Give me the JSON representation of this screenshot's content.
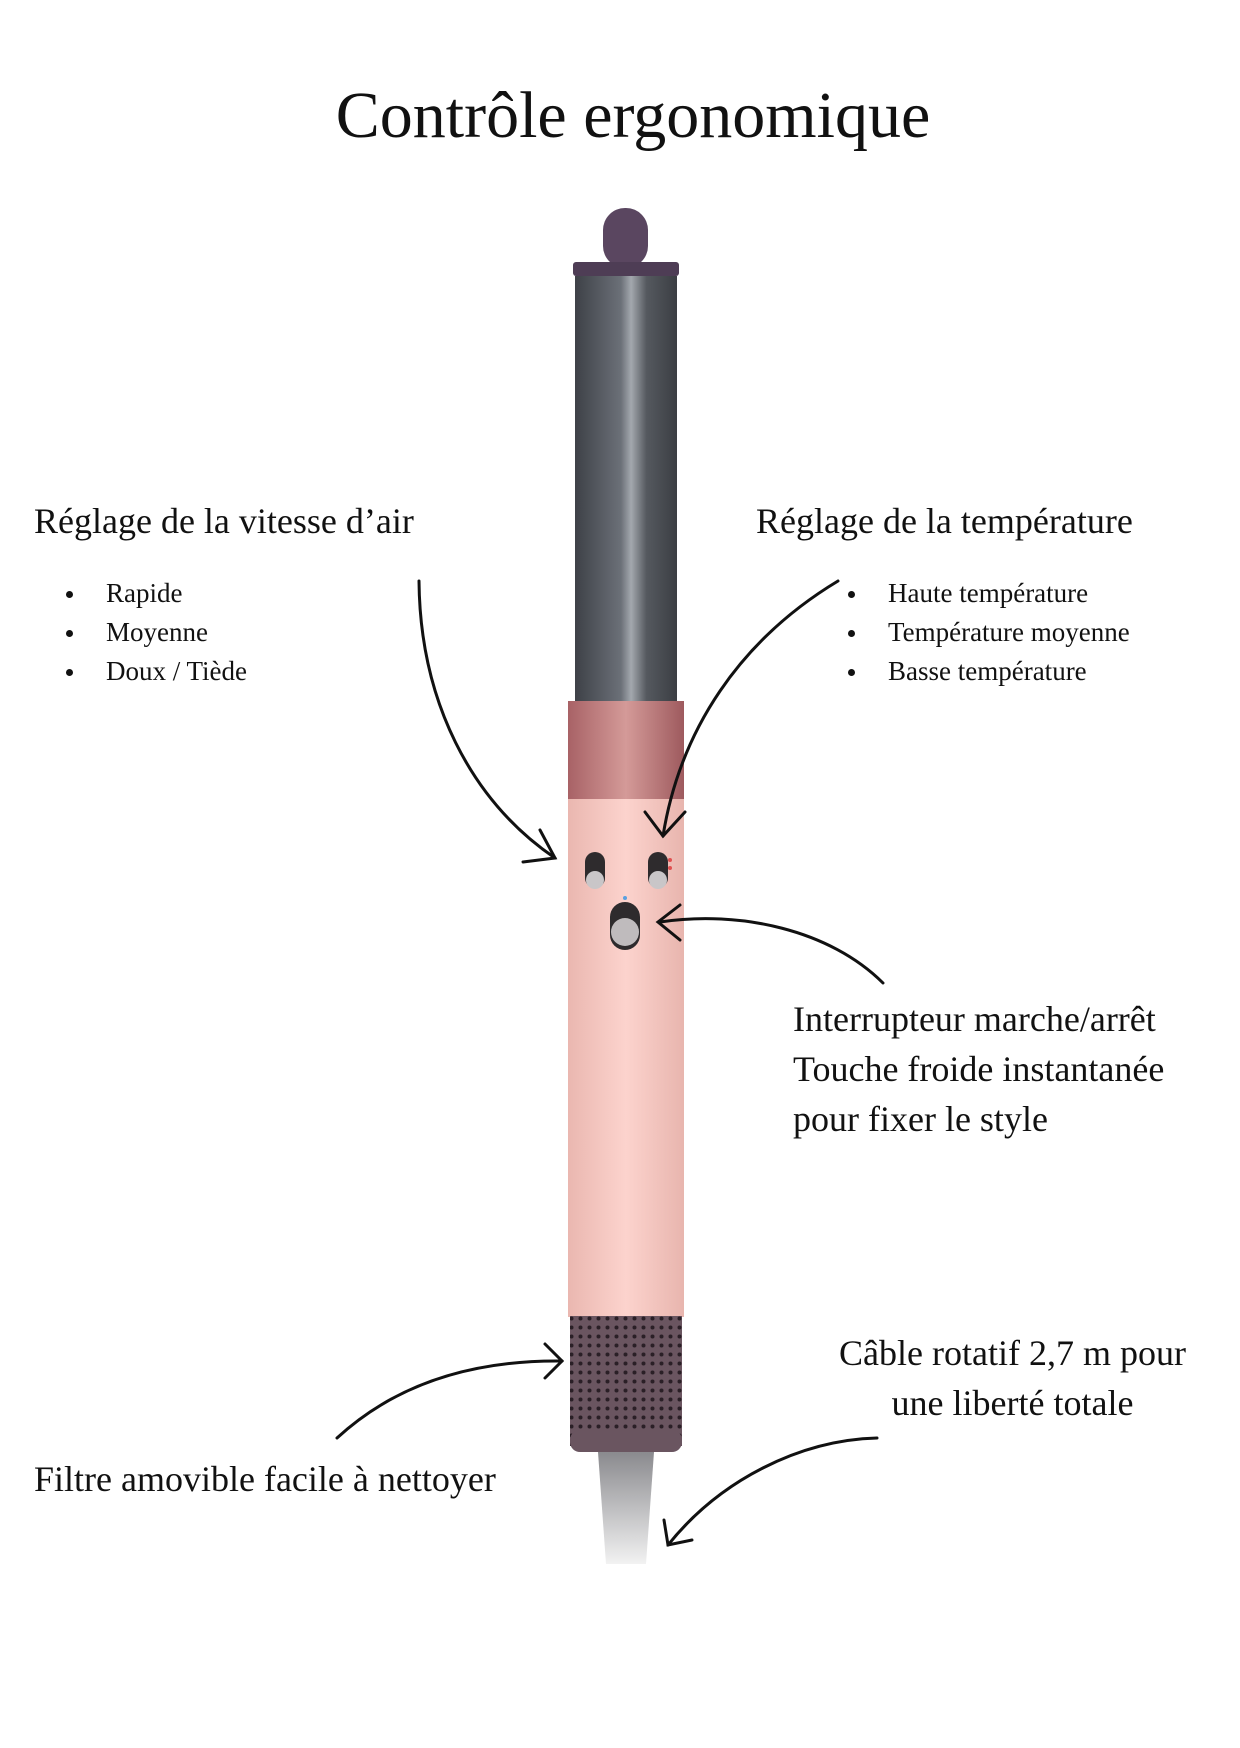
{
  "title": "Contrôle ergonomique",
  "speed": {
    "heading": "Réglage de la vitesse d’air",
    "items": [
      "Rapide",
      "Moyenne",
      "Doux / Tiède"
    ]
  },
  "temperature": {
    "heading": "Réglage de la température",
    "items": [
      "Haute température",
      " Température moyenne",
      " Basse température"
    ]
  },
  "switch": {
    "lines": [
      "Interrupteur marche/arrêt",
      "Touche froide instantanée",
      "pour fixer le style"
    ]
  },
  "cable": {
    "lines": [
      "Câble rotatif 2,7 m pour",
      "une liberté totale"
    ]
  },
  "filter": {
    "label": "Filtre amovible facile à nettoyer"
  },
  "colors": {
    "barrel": "#4e5156",
    "cap": "#5a4660",
    "rose": "#b97a7c",
    "body": "#f6c9c3",
    "filter": "#5c4a55"
  }
}
